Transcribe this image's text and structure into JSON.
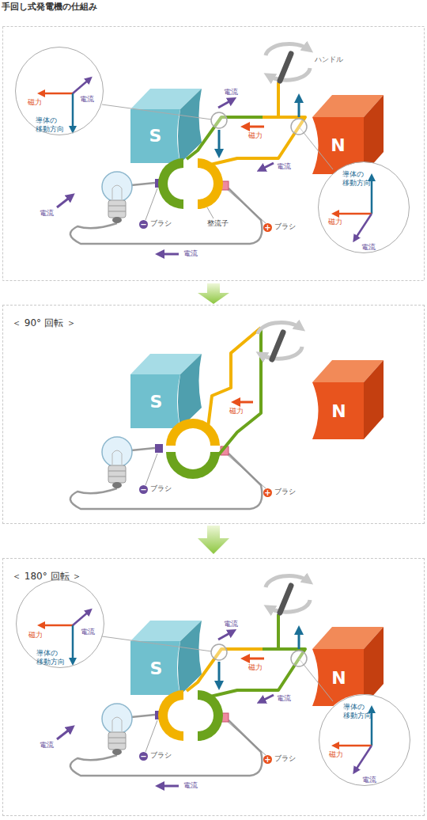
{
  "diagram": {
    "title": "手回し式発電機の仕組み",
    "nodes": [
      {
        "text": [
          "S"
        ]
      },
      {
        "text": [
          "N"
        ]
      },
      {
        "text": [
          "電流",
          "磁力",
          "導体の 移動方向"
        ]
      },
      {
        "text": [
          "導体の 移動方向",
          "磁力",
          "電流"
        ]
      },
      {
        "text": [
          "＜ 90° 回転 ＞"
        ]
      },
      {
        "text": [
          "S"
        ],
        "in": 4
      },
      {
        "text": [
          "N"
        ],
        "in": 4
      },
      {
        "text": [
          "＜ 180° 回転 ＞"
        ]
      },
      {
        "text": [
          "S"
        ],
        "in": 7
      },
      {
        "text": [
          "N"
        ],
        "in": 7
      },
      {
        "text": [
          "電流",
          "磁力",
          "導体の 移動方向"
        ],
        "in": 7
      },
      {
        "text": [
          "導体の 移動方向",
          "磁力",
          "電流"
        ],
        "in": 7
      }
    ],
    "labels": [
      "ハンドル",
      "電流",
      "磁力",
      "電流",
      "電流",
      "−",
      "ブラシ",
      "整流子",
      "+",
      "ブラシ",
      "電流",
      "磁力",
      "−",
      "ブラシ",
      "+",
      "ブラシ",
      "電流",
      "磁力",
      "電流",
      "電流",
      "−",
      "ブラシ",
      "+",
      "ブラシ",
      "電流"
    ]
  }
}
